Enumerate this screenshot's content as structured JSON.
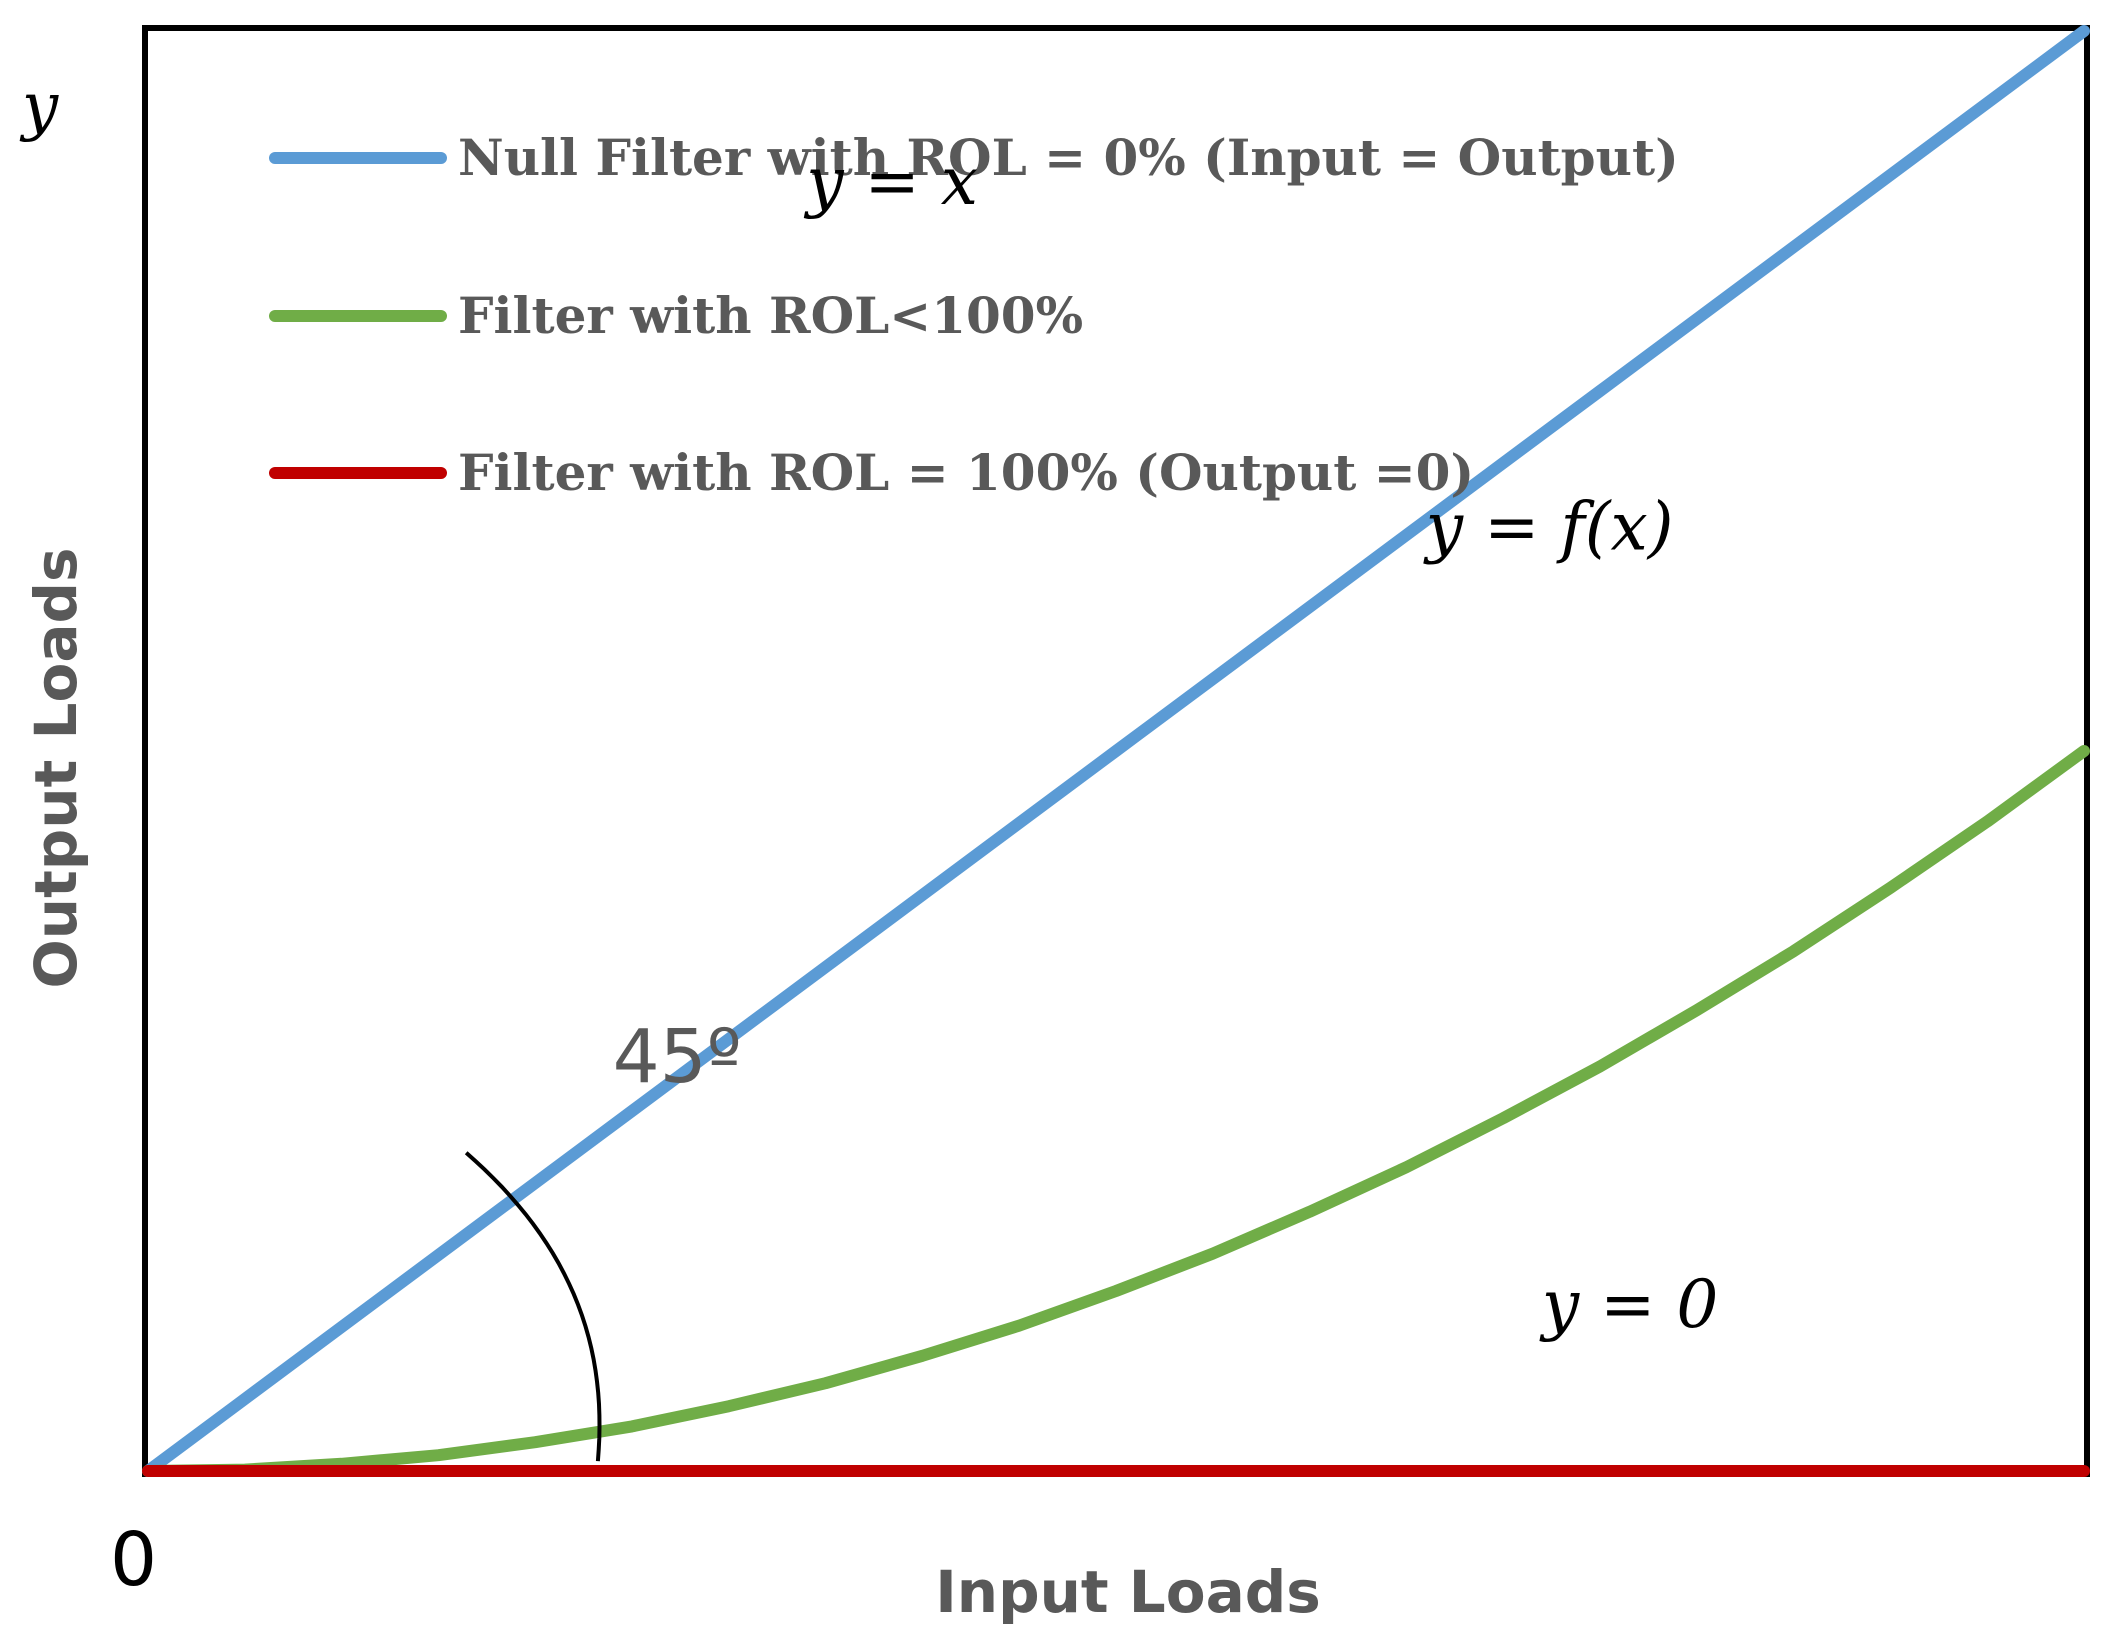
{
  "chart_data": {
    "type": "line",
    "xlabel": "Input Loads",
    "ylabel": "Output Loads",
    "corner_label": "y",
    "origin_label": "0",
    "xlim": [
      0,
      1
    ],
    "ylim": [
      0,
      1
    ],
    "grid": false,
    "legend_position": "top-left",
    "series": [
      {
        "name": "Null Filter with ROL = 0% (Input = Output)",
        "color": "#5b9bd5",
        "x": [
          0,
          0.25,
          0.5,
          0.75,
          1
        ],
        "y": [
          0,
          0.25,
          0.5,
          0.75,
          1
        ]
      },
      {
        "name": "Filter with ROL<100%",
        "color": "#70ad47",
        "x": [
          0,
          0.05,
          0.1,
          0.15,
          0.2,
          0.25,
          0.3,
          0.35,
          0.4,
          0.45,
          0.5,
          0.55,
          0.6,
          0.65,
          0.7,
          0.75,
          0.8,
          0.85,
          0.9,
          0.95,
          1
        ],
        "y": [
          0,
          0.001,
          0.005,
          0.011,
          0.02,
          0.031,
          0.045,
          0.061,
          0.08,
          0.101,
          0.125,
          0.151,
          0.18,
          0.211,
          0.245,
          0.281,
          0.32,
          0.361,
          0.405,
          0.451,
          0.5
        ]
      },
      {
        "name": "Filter with ROL = 100% (Output =0)",
        "color": "#c00000",
        "x": [
          0,
          1
        ],
        "y": [
          0,
          0
        ]
      }
    ],
    "annotations": [
      {
        "text": "y = x",
        "x": 0.34,
        "y": 0.88
      },
      {
        "text": "y = f(x)",
        "x": 0.66,
        "y": 0.64
      },
      {
        "text": "y = 0",
        "x": 0.72,
        "y": 0.1
      },
      {
        "text": "45º",
        "x": 0.24,
        "y": 0.27
      }
    ]
  }
}
